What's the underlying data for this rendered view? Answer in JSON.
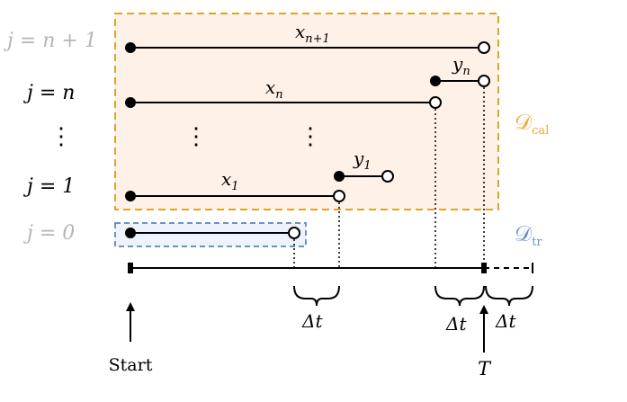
{
  "row_labels": {
    "j_n_plus_1": "j = n + 1",
    "j_n": "j = n",
    "dots": "⋮",
    "j_1": "j = 1",
    "j_0": "j = 0"
  },
  "segment_labels": {
    "x_n_plus_1": {
      "base": "x",
      "sub": "n+1"
    },
    "x_n": {
      "base": "x",
      "sub": "n"
    },
    "y_n": {
      "base": "y",
      "sub": "n"
    },
    "x_1": {
      "base": "x",
      "sub": "1"
    },
    "y_1": {
      "base": "y",
      "sub": "1"
    }
  },
  "mid_dots": "⋮",
  "set_labels": {
    "cal": {
      "base": "𝒟",
      "sub": "cal"
    },
    "tr": {
      "base": "𝒟",
      "sub": "tr"
    }
  },
  "axis": {
    "delta_t": "Δt",
    "start": "Start",
    "T": "T"
  },
  "colors": {
    "cal_border": "#E0A428",
    "cal_fill": "#FDF1E8",
    "cal_label": "#E8A93A",
    "tr_border": "#6A93C8",
    "tr_fill": "#EEF2FA",
    "tr_label": "#6A93C8",
    "faded_label": "#B5B5B5",
    "ink": "#000000"
  }
}
